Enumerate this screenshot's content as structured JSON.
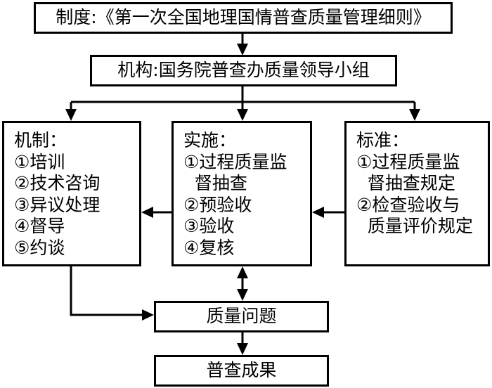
{
  "diagram": {
    "title_text": "制度:《第一次全国地理国情普查质量管理细则》",
    "nodes": {
      "policy": {
        "label": "制度:《第一次全国地理国情普查质量管理细则》"
      },
      "organization": {
        "label": "机构:国务院普查办质量领导小组"
      },
      "mechanism": {
        "heading": "机制：",
        "items": [
          "①培训",
          "②技术咨询",
          "③异议处理",
          "④督导",
          "⑤约谈"
        ]
      },
      "implementation": {
        "heading": "实施：",
        "items": [
          "①过程质量监",
          "  督抽查",
          "②预验收",
          "③验收",
          "④复核"
        ]
      },
      "standard": {
        "heading": "标准：",
        "items": [
          "①过程质量监",
          "  督抽查规定",
          "②检查验收与",
          "  质量评价规定"
        ]
      },
      "quality_issue": {
        "label": "质量问题"
      },
      "census_result": {
        "label": "普查成果"
      }
    },
    "colors": {
      "stroke": "#000000",
      "background": "#ffffff",
      "text": "#000000"
    }
  }
}
